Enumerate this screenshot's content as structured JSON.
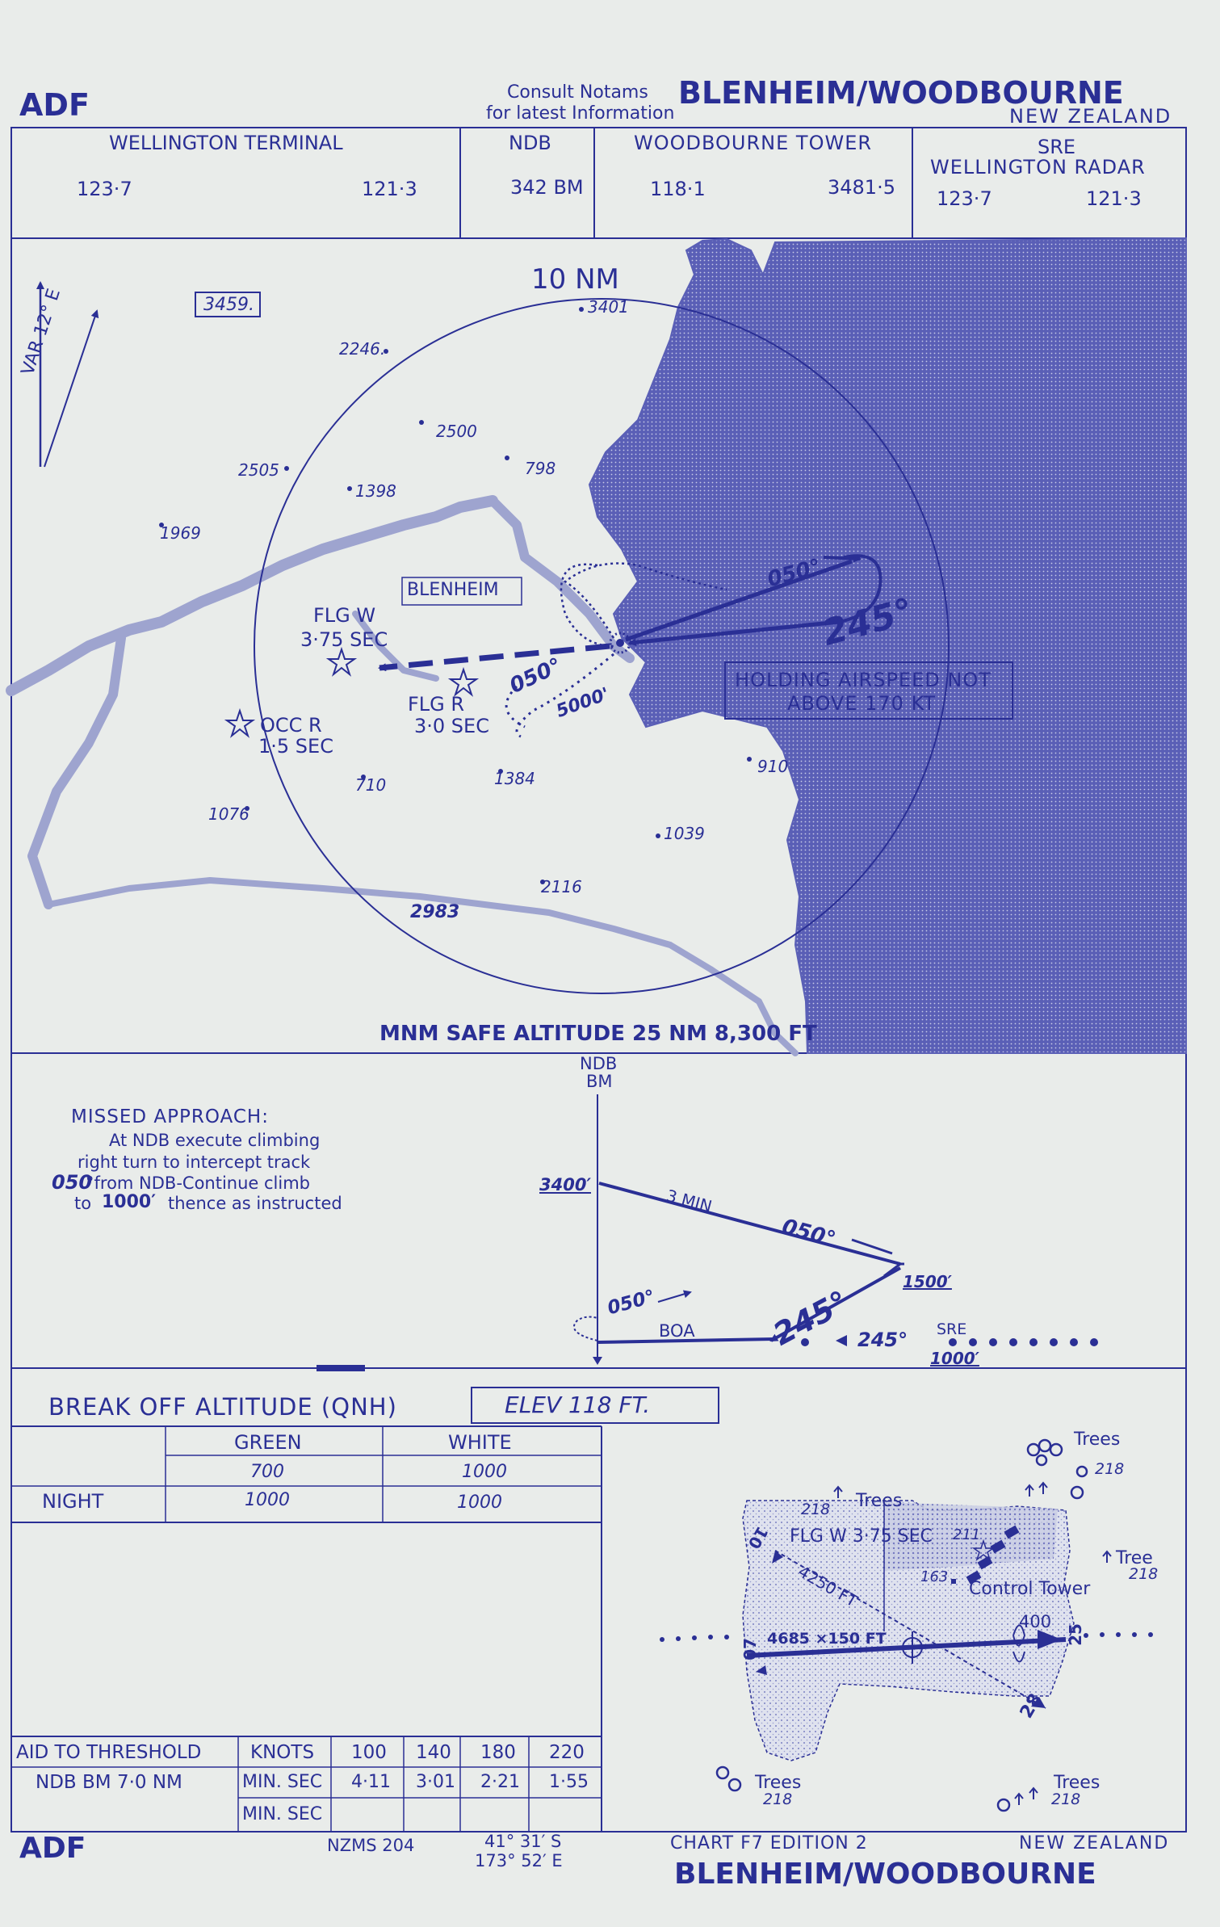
{
  "header": {
    "adf": "ADF",
    "consult_line1": "Consult   Notams",
    "consult_line2": "for  latest  Information",
    "title": "BLENHEIM/WOODBOURNE",
    "country": "NEW ZEALAND"
  },
  "comms": {
    "wellington_terminal": {
      "label": "WELLINGTON  TERMINAL",
      "freq1": "123·7",
      "freq2": "121·3"
    },
    "ndb": {
      "label": "NDB",
      "value": "342 BM"
    },
    "tower": {
      "label": "WOODBOURNE  TOWER",
      "freq1": "118·1",
      "freq2": "3481·5"
    },
    "radar": {
      "label1": "SRE",
      "label2": "WELLINGTON  RADAR",
      "freq1": "123·7",
      "freq2": "121·3"
    }
  },
  "plan": {
    "var": "VAR 12° E",
    "boxed_elev": "3459.",
    "ring": "10  NM",
    "town": "BLENHEIM",
    "flg_w_1": "FLG W",
    "flg_w_2": "3·75 SEC",
    "flg_r_1": "FLG   R",
    "flg_r_2": "3·0  SEC",
    "occ_r_1": "OCC R",
    "occ_r_2": "1·5 SEC",
    "track_050": "050°",
    "track_245": "245°",
    "approach_050": "050°",
    "approach_alt": "5000'",
    "holding_1": "HOLDING AIRSPEED NOT",
    "holding_2": "ABOVE 170  KT",
    "msa": "MNM SAFE ALTITUDE 25 NM  8,300 FT",
    "elevations": {
      "e3401": "3401",
      "e2246": "2246.",
      "e2500": "2500",
      "e798": "798",
      "e2505": "2505",
      "e1398": "1398",
      "e1969": "1969",
      "e910": "910",
      "e710": "710",
      "e1384": "1384",
      "e1076": "1076",
      "e1039": "1039",
      "e2116": "2116",
      "e2983": "2983"
    }
  },
  "profile": {
    "missed_title": "MISSED  APPROACH:",
    "missed_1": "At NDB  execute  climbing",
    "missed_2": "right  turn  to  intercept  track",
    "missed_3_num": "050",
    "missed_3": "°from NDB-Continue climb",
    "missed_4a": "to",
    "missed_4_num": "1000′",
    "missed_4b": "thence  as  instructed",
    "ndb_1": "NDB",
    "ndb_2": "BM",
    "alt_3400": "3400′",
    "min3": "3 MIN",
    "out_050": "050°",
    "alt_1500": "1500′",
    "in_245": "245°",
    "mis_050": "050°",
    "boa": "BOA",
    "sre_245": "245°",
    "sre": "SRE",
    "alt_1000": "1000′"
  },
  "breakoff": {
    "title": "BREAK  OFF  ALTITUDE  (QNH)",
    "elev": "ELEV  118    FT.",
    "columns": [
      "GREEN",
      "WHITE"
    ],
    "row_day": [
      "700",
      "1000"
    ],
    "row_night_label": "NIGHT",
    "row_night": [
      "1000",
      "1000"
    ]
  },
  "aid_table": {
    "header": [
      "AID TO THRESHOLD",
      "KNOTS",
      "100",
      "140",
      "180",
      "220"
    ],
    "row1": [
      "NDB  BM 7·0  NM",
      "MIN. SEC",
      "4·11",
      "3·01",
      "2·21",
      "1·55"
    ],
    "row2_label": "MIN. SEC"
  },
  "aerodrome": {
    "trees_1": "Trees",
    "trees_1_elev": "218",
    "trees_2": "Trees",
    "trees_2_elev": "218",
    "tree_3": "Tree",
    "tree_3_elev": "218",
    "trees_4": "Trees",
    "trees_4_elev": "218",
    "trees_5": "Trees",
    "trees_5_elev": "218",
    "flg": "FLG W 3·75 SEC",
    "flg_elev": "211",
    "tower_elev": "163",
    "tower": "Control Tower",
    "rwy_10_28_len": "4250 FT",
    "rwy_main": "4685 ×150 FT",
    "dim_400": "400",
    "rwy_07": "07",
    "rwy_25": "25",
    "rwy_10": "10",
    "rwy_28": "28"
  },
  "footer": {
    "adf": "ADF",
    "nzms": "NZMS   204",
    "lat": "41° 31′ S",
    "lon": "173° 52′ E",
    "chart": "CHART F7   EDITION  2",
    "country": "NEW ZEALAND",
    "title": "BLENHEIM/WOODBOURNE"
  }
}
